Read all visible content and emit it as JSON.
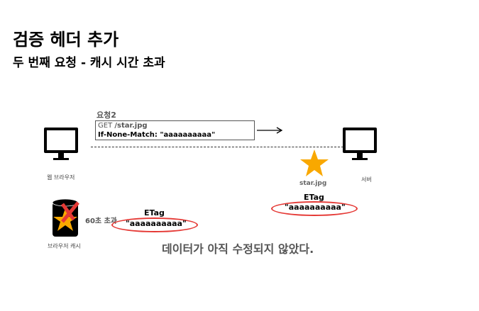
{
  "title": "검증 헤더 추가",
  "subtitle": "두 번째 요청 - 캐시 시간 초과",
  "request": {
    "label": "요청2",
    "line1_method": "GET ",
    "line1_path": "/star.jpg",
    "line2": "If-None-Match: \"aaaaaaaaaa\""
  },
  "client": {
    "label": "웹 브라우저"
  },
  "server": {
    "label": "서버",
    "file_label": "star.jpg",
    "etag_title": "ETag",
    "etag_value": "\"aaaaaaaaaa\""
  },
  "cache": {
    "label": "브라우저 캐시",
    "expired_label": "60초 초과",
    "etag_title": "ETag",
    "etag_value": "\"aaaaaaaaaa\""
  },
  "message": "데이터가 아직 수정되지 않았다.",
  "colors": {
    "star": "#f9a800",
    "ellipse": "#e53935",
    "cross": "#e53935"
  }
}
